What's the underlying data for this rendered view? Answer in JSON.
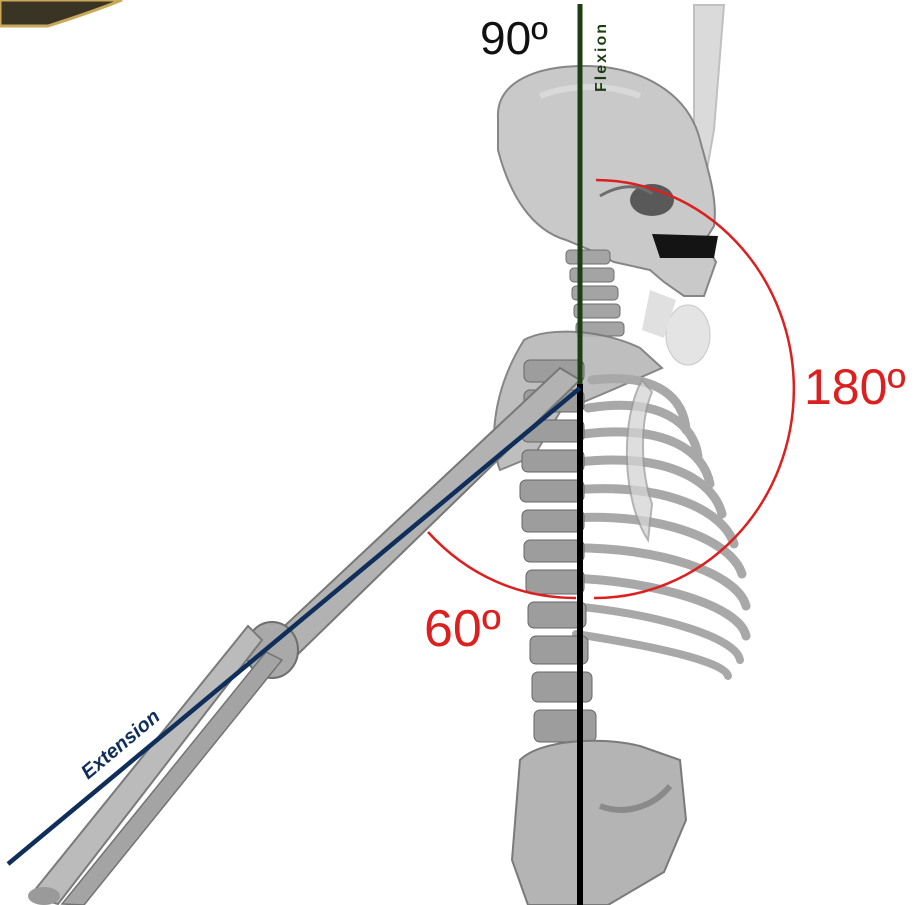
{
  "labels": {
    "flexion_axis": "Flexion",
    "extension_axis": "Extension",
    "angle_top": "90º",
    "angle_flexion": "180º",
    "angle_extension": "60º"
  },
  "colors": {
    "flexion_line": "#1d3d12",
    "extension_line": "#0f2f5a",
    "angle_arc": "#dc1f1f",
    "torso_line": "#000000",
    "badge_fill": "#3a3424",
    "badge_border": "#c9a85a"
  }
}
